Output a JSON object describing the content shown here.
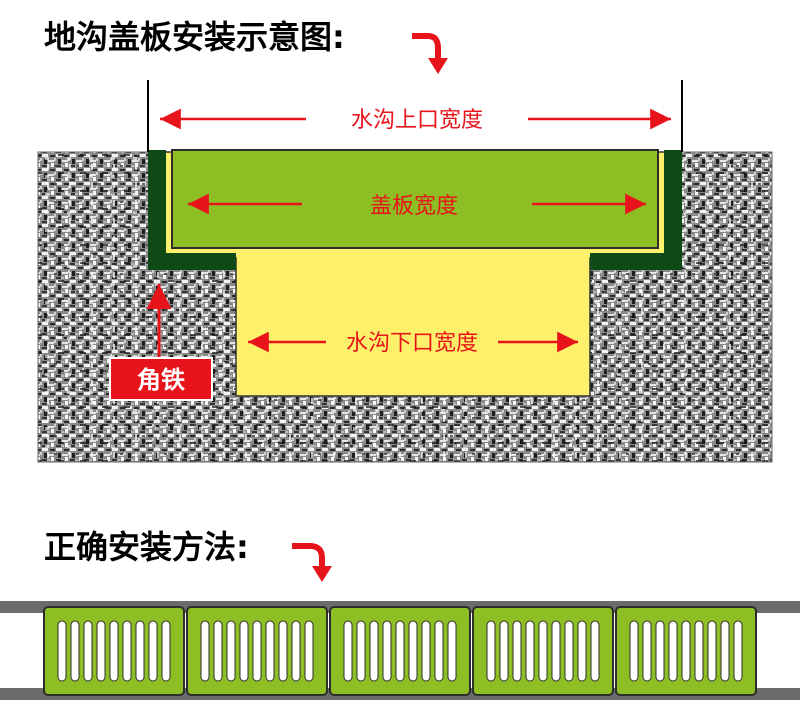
{
  "diagram": {
    "title": "地沟盖板安装示意图:",
    "top_width_label": "水沟上口宽度",
    "cover_width_label": "盖板宽度",
    "bottom_width_label": "水沟下口宽度",
    "angle_iron_label": "角铁"
  },
  "method": {
    "title": "正确安装方法:",
    "grate_count": 5,
    "slots_per_grate": 9
  },
  "colors": {
    "red": "#e8141b",
    "cover_green": "#8dbe24",
    "trench_yellow": "#fdf06a",
    "angle_iron_green": "#0f4a16",
    "rail_gray": "#6b6b6b"
  }
}
